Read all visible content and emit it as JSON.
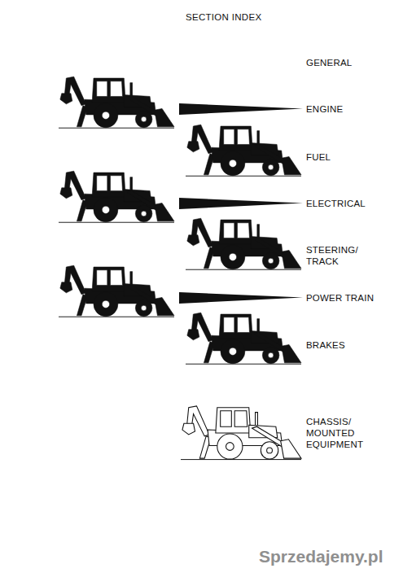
{
  "diagram": {
    "title": "SECTION INDEX",
    "labels": [
      "GENERAL",
      "ENGINE",
      "FUEL",
      "ELECTRICAL",
      "STEERING/ TRACK",
      "POWER TRAIN",
      "BRAKES",
      "CHASSIS/ MOUNTED EQUIPMENT",
      "Sprzedajemy.pl"
    ]
  }
}
